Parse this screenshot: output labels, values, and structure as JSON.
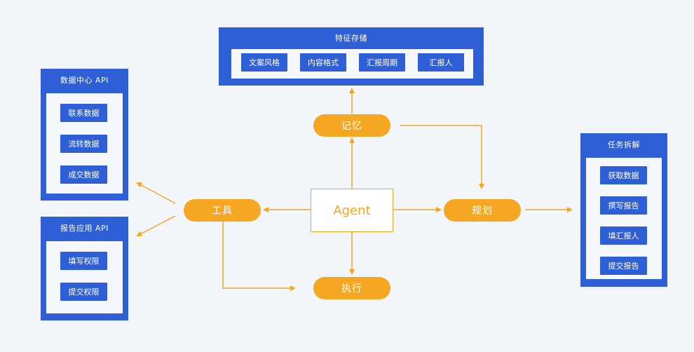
{
  "feature_store": {
    "title": "特征存储",
    "items": [
      "文案风格",
      "内容格式",
      "汇报周期",
      "汇报人"
    ]
  },
  "data_center_api": {
    "title": "数据中心 API",
    "items": [
      "联系数据",
      "流转数据",
      "成交数据"
    ]
  },
  "report_app_api": {
    "title": "报告应用 API",
    "items": [
      "填写权限",
      "提交权限"
    ]
  },
  "task_decomposition": {
    "title": "任务拆解",
    "items": [
      "获取数据",
      "撰写报告",
      "填汇报人",
      "提交报告"
    ]
  },
  "nodes": {
    "agent": "Agent",
    "memory": "记忆",
    "tools": "工具",
    "planning": "规划",
    "execution": "执行"
  },
  "colors": {
    "background": "#f2f5f9",
    "panel_blue": "#2f5fd6",
    "panel_inner": "#f4f7fc",
    "accent_orange": "#f5a623"
  }
}
